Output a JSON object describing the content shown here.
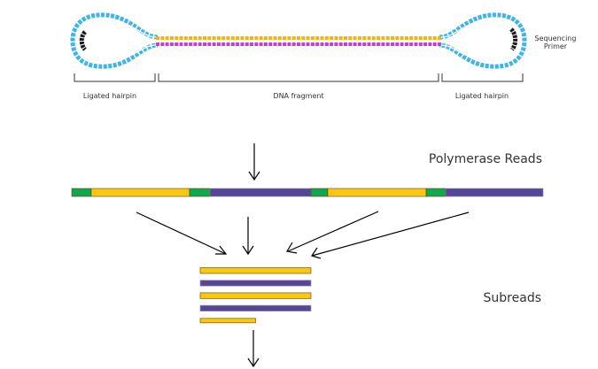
{
  "title": "SMRTbell template to polymerase reads and subreads",
  "colors": {
    "hairpin": "#3db5ea",
    "primer": "#1a1a1a",
    "strand_top": "#f7b500",
    "strand_bottom": "#c040d8",
    "adapter": "#0fa84a",
    "forward": "#fcc70c",
    "reverse": "#574596",
    "arrow": "#000000",
    "bracket": "#333333"
  },
  "template": {
    "labels": {
      "left_hairpin": "Ligated hairpin",
      "fragment": "DNA fragment",
      "right_hairpin": "Ligated hairpin",
      "primer": [
        "Sequencing",
        "Primer"
      ]
    }
  },
  "polymerase_reads": {
    "label": "Polymerase Reads",
    "segments": [
      {
        "type": "adapter",
        "length": 22
      },
      {
        "type": "forward",
        "length": 111
      },
      {
        "type": "adapter",
        "length": 23
      },
      {
        "type": "reverse",
        "length": 114
      },
      {
        "type": "adapter",
        "length": 19
      },
      {
        "type": "forward",
        "length": 111
      },
      {
        "type": "adapter",
        "length": 22
      },
      {
        "type": "reverse",
        "length": 110
      }
    ]
  },
  "subreads": {
    "label": "Subreads",
    "items": [
      {
        "type": "forward",
        "relative_length": 1.0
      },
      {
        "type": "reverse",
        "relative_length": 1.0
      },
      {
        "type": "forward",
        "relative_length": 1.0
      },
      {
        "type": "reverse",
        "relative_length": 1.0
      },
      {
        "type": "forward",
        "relative_length": 0.5
      }
    ]
  }
}
